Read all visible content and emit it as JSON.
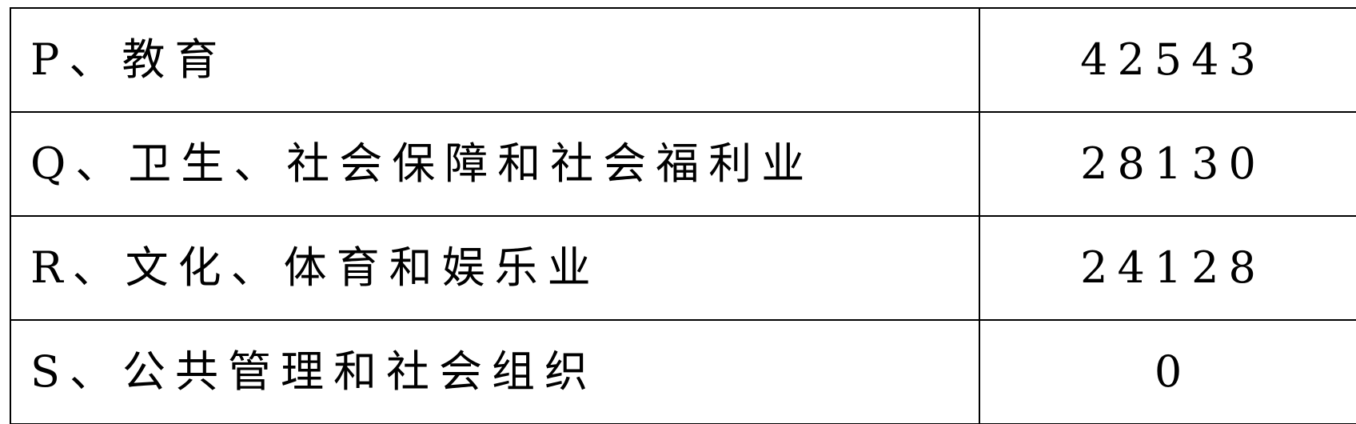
{
  "table": {
    "rows": [
      {
        "name": "P、教育",
        "value": "42543"
      },
      {
        "name": "Q、卫生、社会保障和社会福利业",
        "value": "28130"
      },
      {
        "name": "R、文化、体育和娱乐业",
        "value": "24128"
      },
      {
        "name": "S、公共管理和社会组织",
        "value": "0"
      }
    ]
  }
}
